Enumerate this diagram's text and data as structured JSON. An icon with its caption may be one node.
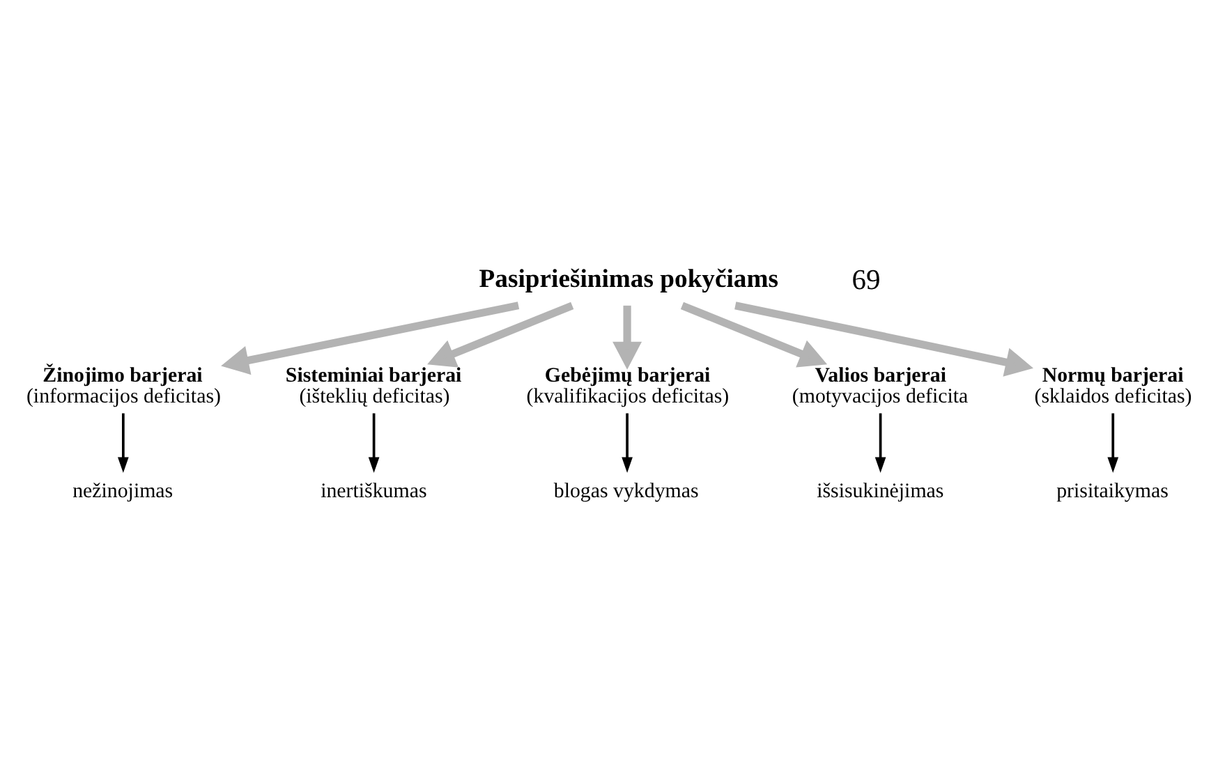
{
  "diagram": {
    "nodes": [
      {
        "text": [
          "Pasipriešinimas pokyčiams"
        ]
      },
      {
        "text": [
          "Žinojimo barjerai",
          "(informacijos deficitas)"
        ]
      },
      {
        "text": [
          "nežinojimas"
        ]
      },
      {
        "text": [
          "Sisteminiai barjerai",
          "(išteklių deficitas)"
        ]
      },
      {
        "text": [
          "inertiškumas"
        ]
      },
      {
        "text": [
          "Gebėjimų barjerai",
          "(kvalifikacijos deficitas)"
        ]
      },
      {
        "text": [
          "blogas vykdymas"
        ]
      },
      {
        "text": [
          "Valios barjerai",
          "(motyvacijos deficita"
        ]
      },
      {
        "text": [
          "išsisukinėjimas"
        ]
      },
      {
        "text": [
          "Normų barjerai",
          "(sklaidos deficitas)"
        ]
      },
      {
        "text": [
          "prisitaikymas"
        ]
      }
    ],
    "edges": [
      {
        "from": 0,
        "to": 1,
        "arrow": "to",
        "style": "thick",
        "color": "#b3b3b3"
      },
      {
        "from": 0,
        "to": 3,
        "arrow": "to",
        "style": "thick",
        "color": "#b3b3b3"
      },
      {
        "from": 0,
        "to": 5,
        "arrow": "to",
        "style": "thick",
        "color": "#b3b3b3"
      },
      {
        "from": 0,
        "to": 7,
        "arrow": "to",
        "style": "thick",
        "color": "#b3b3b3"
      },
      {
        "from": 0,
        "to": 9,
        "arrow": "to",
        "style": "thick",
        "color": "#b3b3b3"
      },
      {
        "from": 1,
        "to": 2,
        "arrow": "to",
        "color": "#000000"
      },
      {
        "from": 3,
        "to": 4,
        "arrow": "to",
        "color": "#000000"
      },
      {
        "from": 5,
        "to": 6,
        "arrow": "to",
        "color": "#000000"
      },
      {
        "from": 7,
        "to": 8,
        "arrow": "to",
        "color": "#000000"
      },
      {
        "from": 9,
        "to": 10,
        "arrow": "to",
        "color": "#000000"
      }
    ],
    "labels": [
      "69"
    ]
  }
}
